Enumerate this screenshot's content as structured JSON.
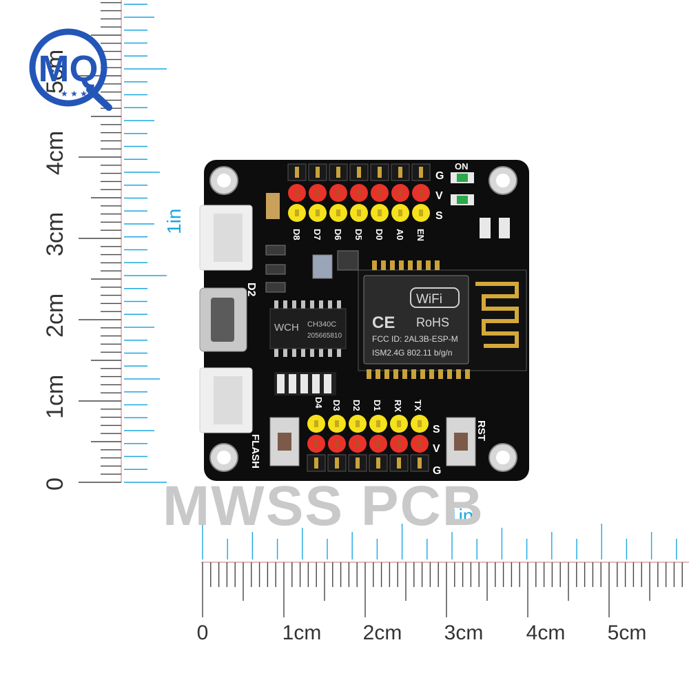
{
  "watermark": "MWSS PCB",
  "logo_text": "MQ",
  "ruler_left": {
    "cm_labels": [
      "0",
      "1cm",
      "2cm",
      "3cm",
      "4cm",
      "5cm"
    ],
    "inch_label": "1in"
  },
  "ruler_bottom": {
    "cm_labels": [
      "0",
      "1cm",
      "2cm",
      "3cm",
      "4cm",
      "5cm"
    ],
    "inch_label": "1in"
  },
  "board": {
    "top_header_labels": [
      "D8",
      "D7",
      "D6",
      "D5",
      "D0",
      "A0",
      "EN"
    ],
    "top_row_labels": [
      "G",
      "V",
      "S"
    ],
    "bottom_header_labels": [
      "D4",
      "D3",
      "D2",
      "D1",
      "RX",
      "TX"
    ],
    "bottom_row_labels": [
      "S",
      "V",
      "G"
    ],
    "led_label": "ON",
    "button_left_label": "FLASH",
    "button_right_label": "RST",
    "usb_label": "D2",
    "chip_text_1": "CH340C",
    "chip_text_2": "205665810",
    "chip_logo": "WCH",
    "module": {
      "wifi": "WiFi",
      "ce": "CE",
      "rohs": "RoHS",
      "fcc": "FCC ID: 2AL3B-ESP-M",
      "ism": "ISM2.4G  802.11 b/g/n"
    }
  },
  "colors": {
    "pcb": "#0d0d0d",
    "ruler_blue": "#1aa7e0",
    "ruler_pink": "#e0a0a8",
    "pin_red": "#e8322a",
    "pin_yellow": "#f5e11c",
    "watermark": "#c9c9c9",
    "logo_blue": "#2456b8"
  }
}
